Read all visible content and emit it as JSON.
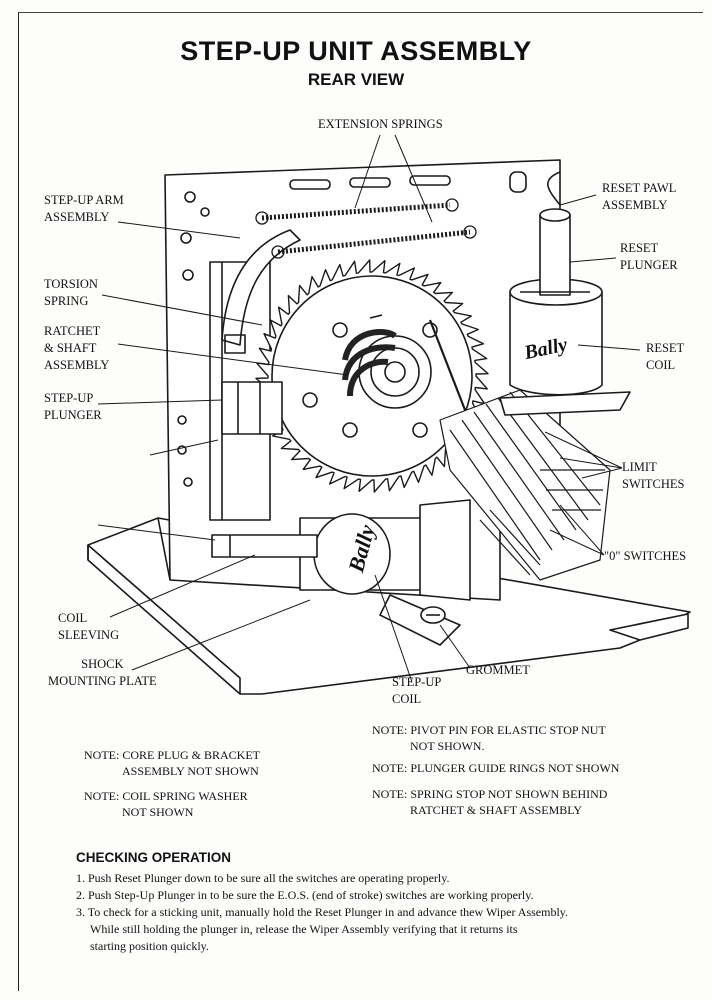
{
  "title": "STEP-UP UNIT ASSEMBLY",
  "subtitle": "REAR VIEW",
  "labels": {
    "extension_springs": "EXTENSION SPRINGS",
    "step_up_arm": [
      "STEP-UP ARM",
      "ASSEMBLY"
    ],
    "torsion_spring": [
      "TORSION",
      "SPRING"
    ],
    "ratchet_shaft": [
      "RATCHET",
      "& SHAFT",
      "ASSEMBLY"
    ],
    "step_up_plunger": [
      "STEP-UP",
      "PLUNGER"
    ],
    "reset_pawl": [
      "RESET PAWL",
      "ASSEMBLY"
    ],
    "reset_plunger": [
      "RESET",
      "PLUNGER"
    ],
    "reset_coil": [
      "RESET",
      "COIL"
    ],
    "limit_switches": [
      "LIMIT",
      "SWITCHES"
    ],
    "zero_switches": "\"0\" SWITCHES",
    "coil_sleeving": [
      "COIL",
      "SLEEVING"
    ],
    "shock_plate": [
      "SHOCK",
      "MOUNTING PLATE"
    ],
    "grommet": "GROMMET",
    "step_up_coil": [
      "STEP-UP",
      "COIL"
    ]
  },
  "coil_brand": "Bally",
  "notes": {
    "core_plug": [
      "NOTE: CORE PLUG & BRACKET",
      "ASSEMBLY NOT SHOWN"
    ],
    "coil_spring": [
      "NOTE: COIL SPRING WASHER",
      "NOT SHOWN"
    ],
    "pivot_pin": [
      "NOTE: PIVOT PIN FOR ELASTIC STOP NUT",
      "NOT SHOWN."
    ],
    "guide_rings": "NOTE: PLUNGER GUIDE RINGS NOT SHOWN",
    "spring_stop": [
      "NOTE: SPRING STOP NOT SHOWN BEHIND",
      "RATCHET & SHAFT ASSEMBLY"
    ]
  },
  "checking": {
    "heading": "CHECKING OPERATION",
    "steps": [
      "1. Push Reset Plunger down to be sure all the switches are operating properly.",
      "2. Push Step-Up Plunger in to be sure the E.O.S. (end of stroke) switches are working properly.",
      "3. To check for a sticking unit, manually hold the Reset Plunger in and advance thew Wiper Assembly."
    ],
    "step3_cont": [
      "While still holding the plunger in, release the Wiper Assembly verifying that it returns its",
      "starting position quickly."
    ]
  }
}
